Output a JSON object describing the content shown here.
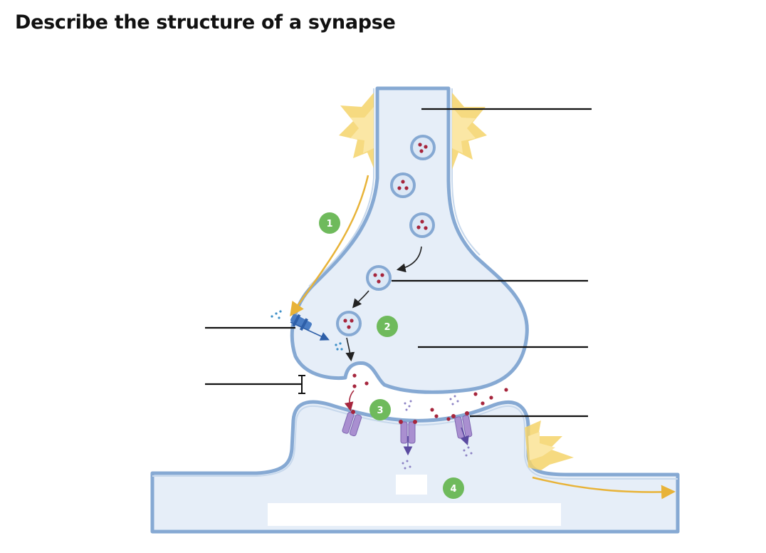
{
  "title": "Describe the structure of a synapse",
  "steps": [
    "1",
    "2",
    "3",
    "4"
  ],
  "colors": {
    "membrane": "#86a9d3",
    "cytoplasm": "#e6eef8",
    "vesicle_contents": "#a6253c",
    "receptor": "#a98fd0",
    "step_badge": "#6fba5c",
    "signal": "#e8b338",
    "label_line": "#111111"
  },
  "icons": [
    "action-potential-burst-icon",
    "synaptic-vesicle-icon",
    "calcium-channel-icon",
    "receptor-channel-icon"
  ]
}
